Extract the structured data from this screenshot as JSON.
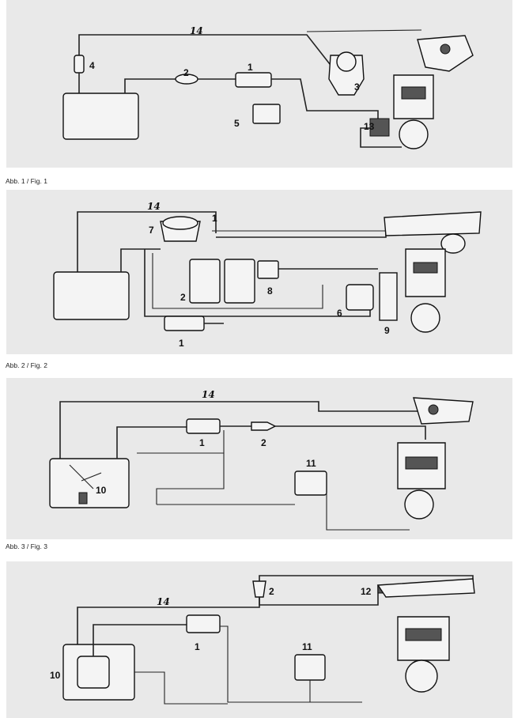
{
  "figures": [
    {
      "caption": "Abb. 1 / Fig. 1",
      "labels": {
        "l14": "14",
        "l4": "4",
        "l2": "2",
        "l1": "1",
        "l3": "3",
        "l5": "5",
        "l13": "13"
      }
    },
    {
      "caption": "Abb. 2 / Fig. 2",
      "labels": {
        "l14": "14",
        "l1top": "1",
        "l7": "7",
        "l2": "2",
        "l8": "8",
        "l6": "6",
        "l9": "9",
        "l1": "1"
      }
    },
    {
      "caption": "Abb. 3 / Fig. 3",
      "labels": {
        "l14": "14",
        "l1": "1",
        "l2": "2",
        "l11": "11",
        "l10": "10"
      }
    },
    {
      "caption": "",
      "labels": {
        "l2": "2",
        "l12": "12",
        "l14": "14",
        "l1": "1",
        "l11": "11",
        "l10": "10"
      }
    }
  ]
}
